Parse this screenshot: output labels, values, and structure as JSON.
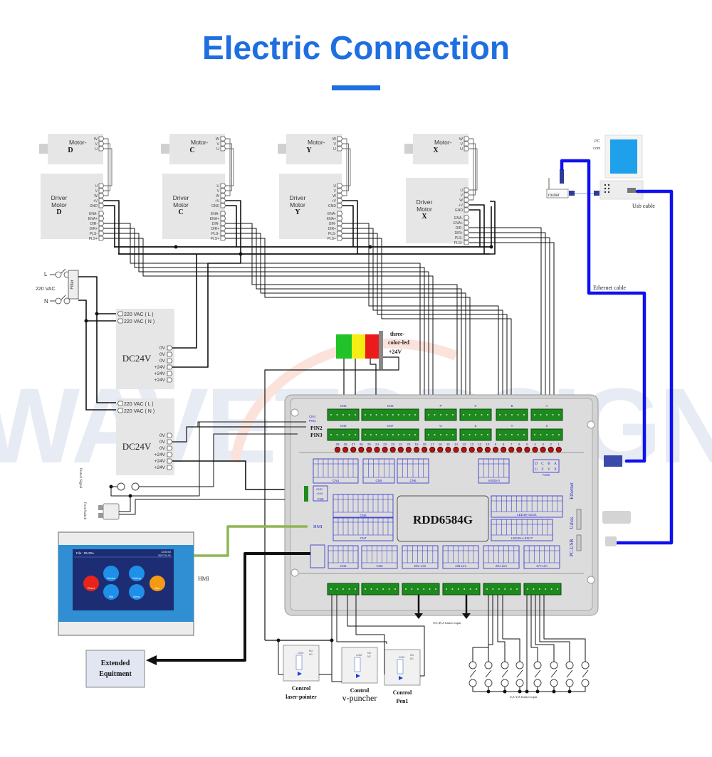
{
  "header": {
    "title": "Electric Connection"
  },
  "colors": {
    "accent": "#1e6fe0",
    "cable_blue": "#1010ee",
    "hmi_green": "#8db654",
    "board_blue": "#2a2ad0",
    "terminal_green": "#1f8a1f"
  },
  "motors": [
    {
      "name": "Motor-",
      "axis": "D",
      "pins": [
        "W",
        "V",
        "U"
      ]
    },
    {
      "name": "Motor-",
      "axis": "C",
      "pins": [
        "W",
        "V",
        "U"
      ]
    },
    {
      "name": "Motor-",
      "axis": "Y",
      "pins": [
        "W",
        "V",
        "U"
      ]
    },
    {
      "name": "Motor-",
      "axis": "X",
      "pins": [
        "W",
        "V",
        "U"
      ]
    }
  ],
  "drivers": [
    {
      "line1": "Driver",
      "line2": "Motor",
      "axis": "D"
    },
    {
      "line1": "Driver",
      "line2": "Motor",
      "axis": "C"
    },
    {
      "line1": "Driver",
      "line2": "Motor",
      "axis": "Y"
    },
    {
      "line1": "Driver",
      "line2": "Motor",
      "axis": "X"
    }
  ],
  "driver_pins": [
    "U",
    "V",
    "W",
    "+V",
    "GND",
    "ENA-",
    "ENA+",
    "DIR-",
    "DIR+",
    "PLS-",
    "PLS+"
  ],
  "power": {
    "mains_l": "L",
    "mains_n": "N",
    "mains_label": "220 VAC",
    "filter": "Filter",
    "inputs": [
      "220 VAC ( L )",
      "220 VAC ( N )"
    ],
    "supply_label": "DC24V",
    "outputs": [
      "0V",
      "0V",
      "0V",
      "+24V",
      "+24V",
      "+24V"
    ]
  },
  "pc": {
    "label1": "PC",
    "label2": "com",
    "router": "router",
    "usb_cable": "Usb cable",
    "ethernet_cable": "Ethernet cable"
  },
  "led": {
    "line1": "three-",
    "line2": "color-led",
    "line3": "+24V"
  },
  "sensors": {
    "protect": "Protect Signal",
    "foot": "Foot Switch"
  },
  "board": {
    "model": "RDD6584G",
    "top_row_labels": [
      "CN6",
      "CN8",
      "P",
      "K",
      "B",
      "A"
    ],
    "second_row_labels": [
      "CN5",
      "CN7",
      "U",
      "Z",
      "Y",
      "X"
    ],
    "pin_labels": {
      "cn4_pin1": "CN4 PIN1",
      "pin2": "PIN2",
      "pin3": "PIN3"
    },
    "pin_numbers": [
      "29",
      "28",
      "27",
      "26",
      "25",
      "24",
      "23",
      "22",
      "21",
      "20",
      "19",
      "18",
      "17",
      "16",
      "15",
      "14",
      "13",
      "12",
      "11",
      "10",
      "9",
      "8",
      "7",
      "6",
      "5",
      "4",
      "3",
      "2",
      "1"
    ],
    "side_labels": [
      "Ethernet",
      "Udisk",
      "PC-USB"
    ],
    "hmi_label": "HMI",
    "blocks": {
      "cn4": "CN4",
      "cn5": "CN5",
      "cn6": "CN6",
      "axis_xyz": "AXIS5-0",
      "axis": "AXIS",
      "cn0": "CN0",
      "cn8": "CN8",
      "cn7": "CN7",
      "led1": "LED16~LED1",
      "led2": "LED29~LED17",
      "cn2": "CN2",
      "cn3": "CN3",
      "dc": "D/C-Lim",
      "ba": "A/B-Lim",
      "zu": "Z/U-Lim",
      "xy": "X/Y-Lim"
    },
    "axis_table": {
      "top": [
        "D",
        "C",
        "B",
        "A"
      ],
      "bottom": [
        "U",
        "Z",
        "Y",
        "X"
      ]
    },
    "cn0_rows": [
      "GND",
      "+24V"
    ]
  },
  "hmi_panel": {
    "file_label": "File : RUIDA",
    "time": "12:00:00",
    "date": "2017-01-01",
    "buttons": [
      "Reset",
      "Device",
      "Debug",
      "File",
      "Menu",
      "Run"
    ],
    "label": "HMI"
  },
  "outputs": {
    "extended": [
      "Extended",
      "Equitment"
    ],
    "relays": [
      {
        "line1": "Control",
        "line2": "laser-pointer"
      },
      {
        "line1": "Control",
        "line2": "v-puncher"
      },
      {
        "line1": "Control",
        "line2": "Pen1"
      }
    ],
    "relay_pins": [
      "COM",
      "NO",
      "NC"
    ],
    "dcba_limit": "D,C,B,A limiter input",
    "uzyx_limit": "U,Z,Y,X limiter input"
  }
}
